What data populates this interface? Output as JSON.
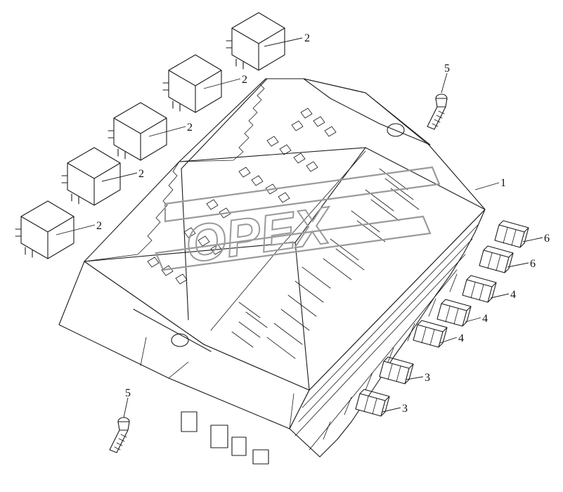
{
  "diagram": {
    "watermark": "OPEX",
    "callouts": [
      {
        "id": "c1",
        "label": "1"
      },
      {
        "id": "c2a",
        "label": "2"
      },
      {
        "id": "c2b",
        "label": "2"
      },
      {
        "id": "c2c",
        "label": "2"
      },
      {
        "id": "c2d",
        "label": "2"
      },
      {
        "id": "c2e",
        "label": "2"
      },
      {
        "id": "c3a",
        "label": "3"
      },
      {
        "id": "c3b",
        "label": "3"
      },
      {
        "id": "c4a",
        "label": "4"
      },
      {
        "id": "c4b",
        "label": "4"
      },
      {
        "id": "c4c",
        "label": "4"
      },
      {
        "id": "c5a",
        "label": "5"
      },
      {
        "id": "c5b",
        "label": "5"
      },
      {
        "id": "c6a",
        "label": "6"
      },
      {
        "id": "c6b",
        "label": "6"
      }
    ]
  }
}
